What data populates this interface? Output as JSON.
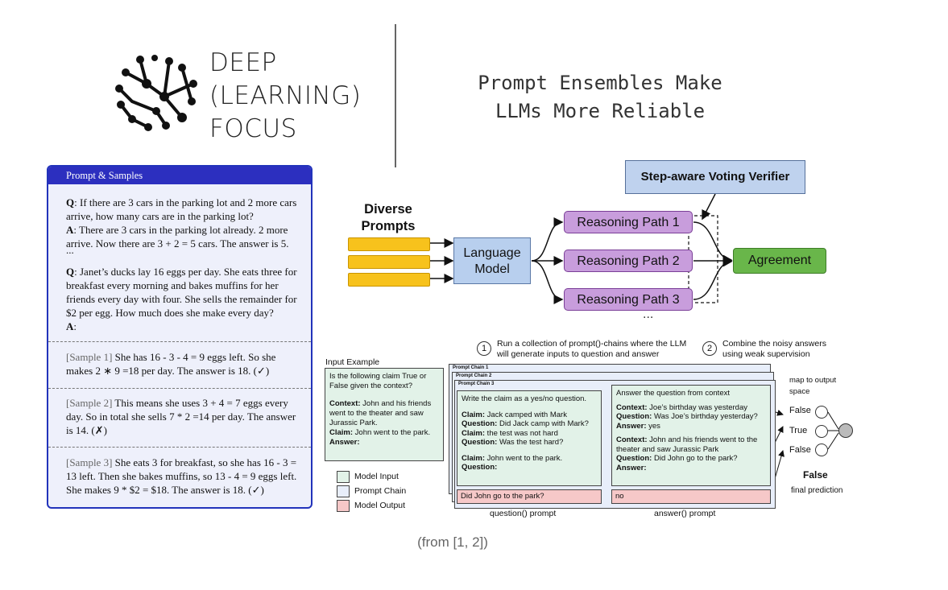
{
  "header": {
    "logo_lines": [
      "DEEP",
      "(LEARNING)",
      "FOCUS"
    ],
    "title_lines": [
      "Prompt Ensembles Make",
      "LLMs More Reliable"
    ]
  },
  "panel": {
    "heading": "Prompt & Samples",
    "q1": "Q",
    "q1_text": ": If there are 3 cars in the parking lot and 2 more cars arrive, how many cars are in the parking lot?",
    "a1": "A",
    "a1_text": ": There are 3 cars in the parking lot already. 2 more arrive. Now there are 3 + 2 = 5 cars. The answer is 5.",
    "ellipsis": "...",
    "q2": "Q",
    "q2_text": ": Janet’s ducks lay 16 eggs per day. She eats three for breakfast every morning and bakes muffins for her friends every day with four. She sells the remainder for $2 per egg. How much does she make every day?",
    "a2": "A",
    "a2_text": ":",
    "samples": [
      {
        "tag": "[Sample 1]",
        "text": " She has 16 - 3 - 4 = 9 eggs left. So she makes 2 ∗ 9 =18 per day. The answer is 18. (✓)"
      },
      {
        "tag": "[Sample 2]",
        "text": " This means she uses 3 + 4 = 7 eggs every day.  So in total she sells 7 * 2 =14 per day.  The answer is 14. (✗)"
      },
      {
        "tag": "[Sample 3]",
        "text": " She eats 3 for breakfast, so she has 16 - 3 = 13 left. Then she bakes muffins, so 13 - 4 = 9 eggs left. She makes 9 * $2 = $18. The answer is 18. (✓)"
      }
    ]
  },
  "flow": {
    "diverse_prompts": "Diverse Prompts",
    "language_model": "Language Model",
    "paths": [
      "Reasoning Path 1",
      "Reasoning Path 2",
      "Reasoning Path 3"
    ],
    "ellipsis": "...",
    "agreement": "Agreement",
    "verifier": "Step-aware Voting Verifier"
  },
  "chains": {
    "step1_num": "1",
    "step1_text": "Run a collection of prompt()-chains where the LLM will generate inputs to question and answer",
    "step2_num": "2",
    "step2_text": "Combine the noisy answers using weak supervision",
    "input_label": "Input Example",
    "input_text": "Is the following claim True or False given the context?",
    "input_context_k": "Context:",
    "input_context_v": " John and his friends went to the theater and saw Jurassic Park.",
    "input_claim_k": "Claim:",
    "input_claim_v": " John went to the park.",
    "input_answer_k": "Answer:",
    "chain_tabs": [
      "Prompt Chain 1",
      "Prompt Chain 2",
      "Prompt Chain 3"
    ],
    "q_head": "Write the claim as a yes/no question.",
    "q_claim1_k": "Claim:",
    "q_claim1_v": " Jack camped with Mark",
    "q_question1_k": "Question:",
    "q_question1_v": " Did Jack camp with Mark?",
    "q_claim2_k": "Claim:",
    "q_claim2_v": " the test was not hard",
    "q_question2_k": "Question:",
    "q_question2_v": " Was the test hard?",
    "q_claim3_k": "Claim:",
    "q_claim3_v": " John went to the park.",
    "q_question3_k": "Question:",
    "q_output": "Did John go to the park?",
    "a_head": "Answer the question from context",
    "a_ctx1_k": "Context:",
    "a_ctx1_v": " Joe’s birthday was yesterday",
    "a_q1_k": "Question:",
    "a_q1_v": " Was Joe’s birthday yesterday?",
    "a_a1_k": "Answer:",
    "a_a1_v": " yes",
    "a_ctx2_k": "Context:",
    "a_ctx2_v": " John and his friends went to the theater and saw Jurassic Park",
    "a_q2_k": "Question:",
    "a_q2_v": " Did John go to the park?",
    "a_a2_k": "Answer:",
    "a_output": "no",
    "q_label": "question() prompt",
    "a_label": "answer() prompt",
    "map_label": "map to output space",
    "out_values": [
      "False",
      "True",
      "False"
    ],
    "final_value": "False",
    "final_label": "final prediction",
    "legend": [
      "Model Input",
      "Prompt Chain",
      "Model Output"
    ],
    "colors": {
      "model_input": "#e2f2e8",
      "prompt_chain": "#e8eefa",
      "model_output": "#f6c8c8"
    }
  },
  "caption": "(from [1, 2])"
}
